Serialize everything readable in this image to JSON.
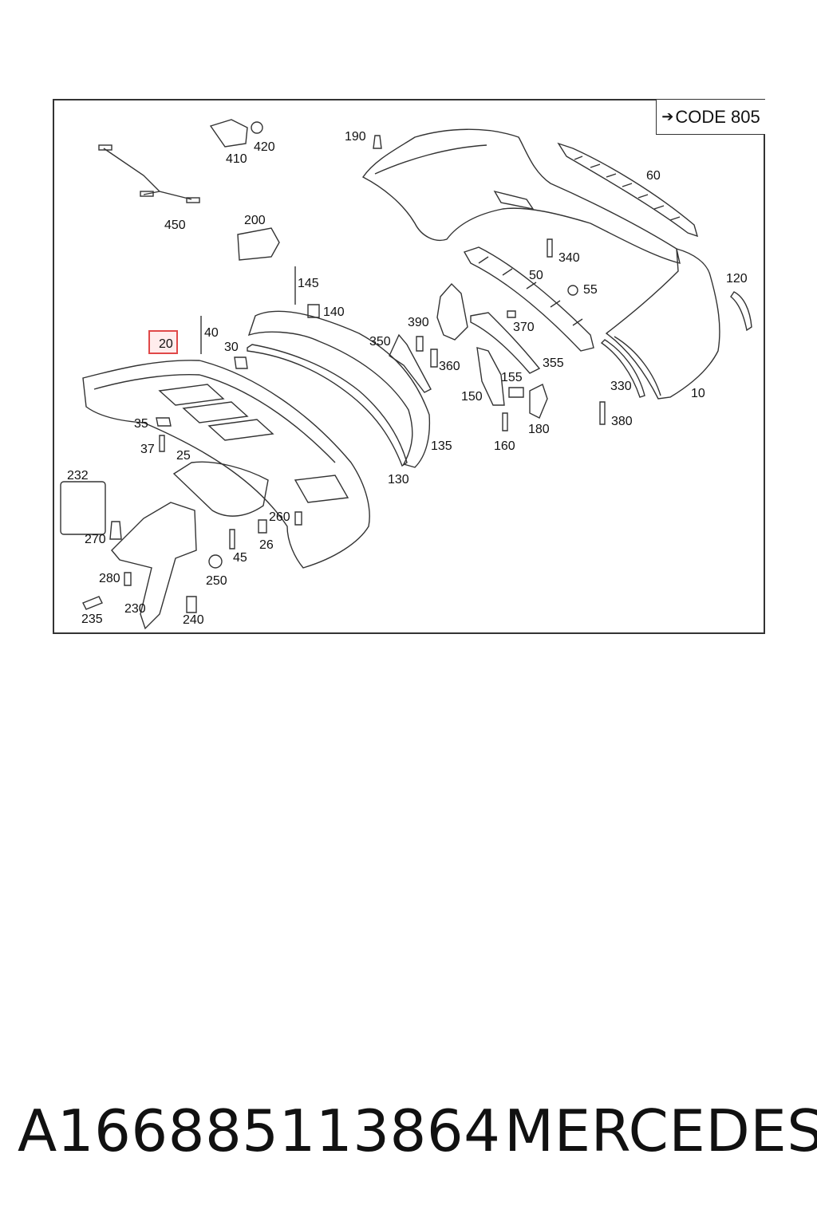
{
  "diagram": {
    "code_label": "CODE 805",
    "highlighted_part": "20",
    "callouts": [
      "10",
      "20",
      "25",
      "26",
      "30",
      "35",
      "37",
      "40",
      "45",
      "50",
      "55",
      "60",
      "120",
      "130",
      "135",
      "140",
      "145",
      "150",
      "155",
      "160",
      "180",
      "190",
      "200",
      "230",
      "232",
      "235",
      "240",
      "250",
      "260",
      "270",
      "280",
      "330",
      "340",
      "350",
      "355",
      "360",
      "370",
      "380",
      "390",
      "410",
      "420",
      "450"
    ]
  },
  "caption": {
    "part_number": "A166885113864",
    "brand": "MERCEDES"
  },
  "colors": {
    "highlight_border": "#e04848",
    "line": "#333333"
  }
}
